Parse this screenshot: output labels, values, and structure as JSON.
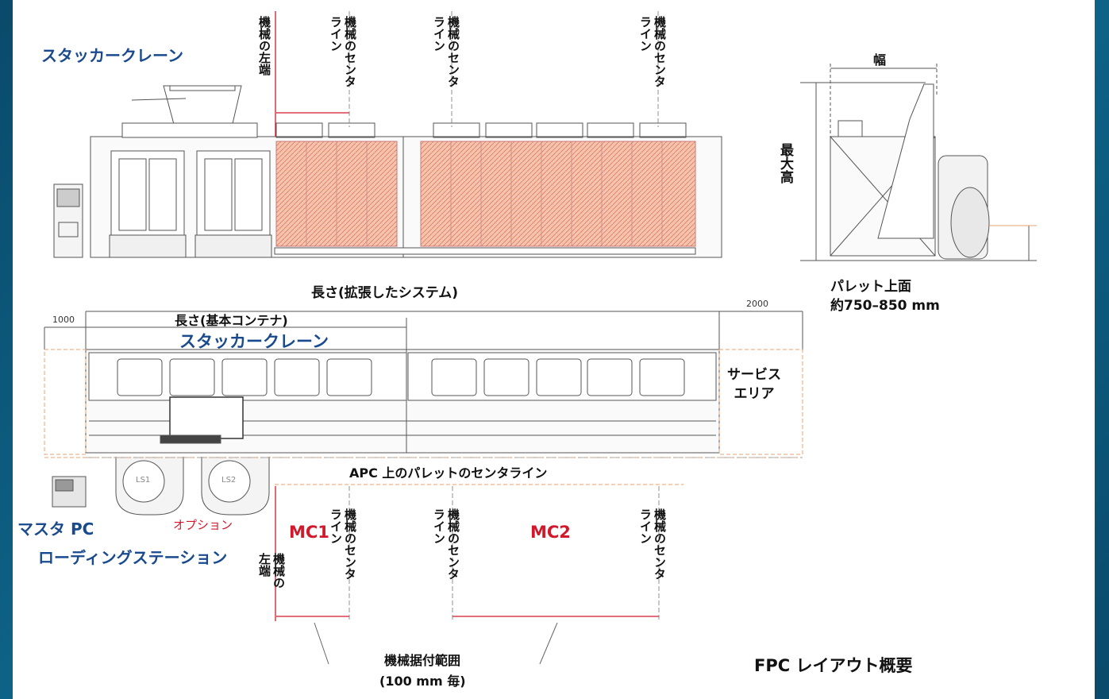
{
  "labels": {
    "stacker_crane_top": "スタッカークレーン",
    "stacker_crane_bottom": "スタッカークレーン",
    "machine_left_end_top": "機械の左端",
    "machine_center_line_1": "機械のセンタ\nライン",
    "machine_center_line_2": "機械のセンタ\nライン",
    "machine_center_line_3": "機械のセンタ\nライン",
    "width": "幅",
    "max_height": "最大高",
    "pallet_top_line1": "パレット上面",
    "pallet_top_line2": "約750–850 mm",
    "length_extended": "長さ(拡張したシステム)",
    "length_basic": "長さ(基本コンテナ)",
    "dim_1000": "1000",
    "dim_2000": "2000",
    "service_area": "サービス\nエリア",
    "apc_center_line": "APC 上のパレットのセンタライン",
    "master_pc": "マスタ PC",
    "option": "オプション",
    "loading_station": "ローディングステーション",
    "mc1": "MC1",
    "mc2": "MC2",
    "machine_left_end_bottom": "機械の\n左端",
    "machine_center_line_b1": "機械のセンタ\nライン",
    "machine_center_line_b2": "機械のセンタ\nライン",
    "machine_center_line_b3": "機械のセンタ\nライン",
    "install_range_line1": "機械据付範囲",
    "install_range_line2": "(100 mm 毎)",
    "figure_title": "FPC レイアウト概要",
    "ls1": "LS1",
    "ls2": "LS2"
  },
  "colors": {
    "background": "#0b5576",
    "canvas": "#ffffff",
    "accent_blue": "#1a4a8e",
    "accent_red": "#d1192b",
    "machine_fill": "#f2b7a0",
    "line_gray": "#555555",
    "dashed_orange": "#e8a070"
  }
}
